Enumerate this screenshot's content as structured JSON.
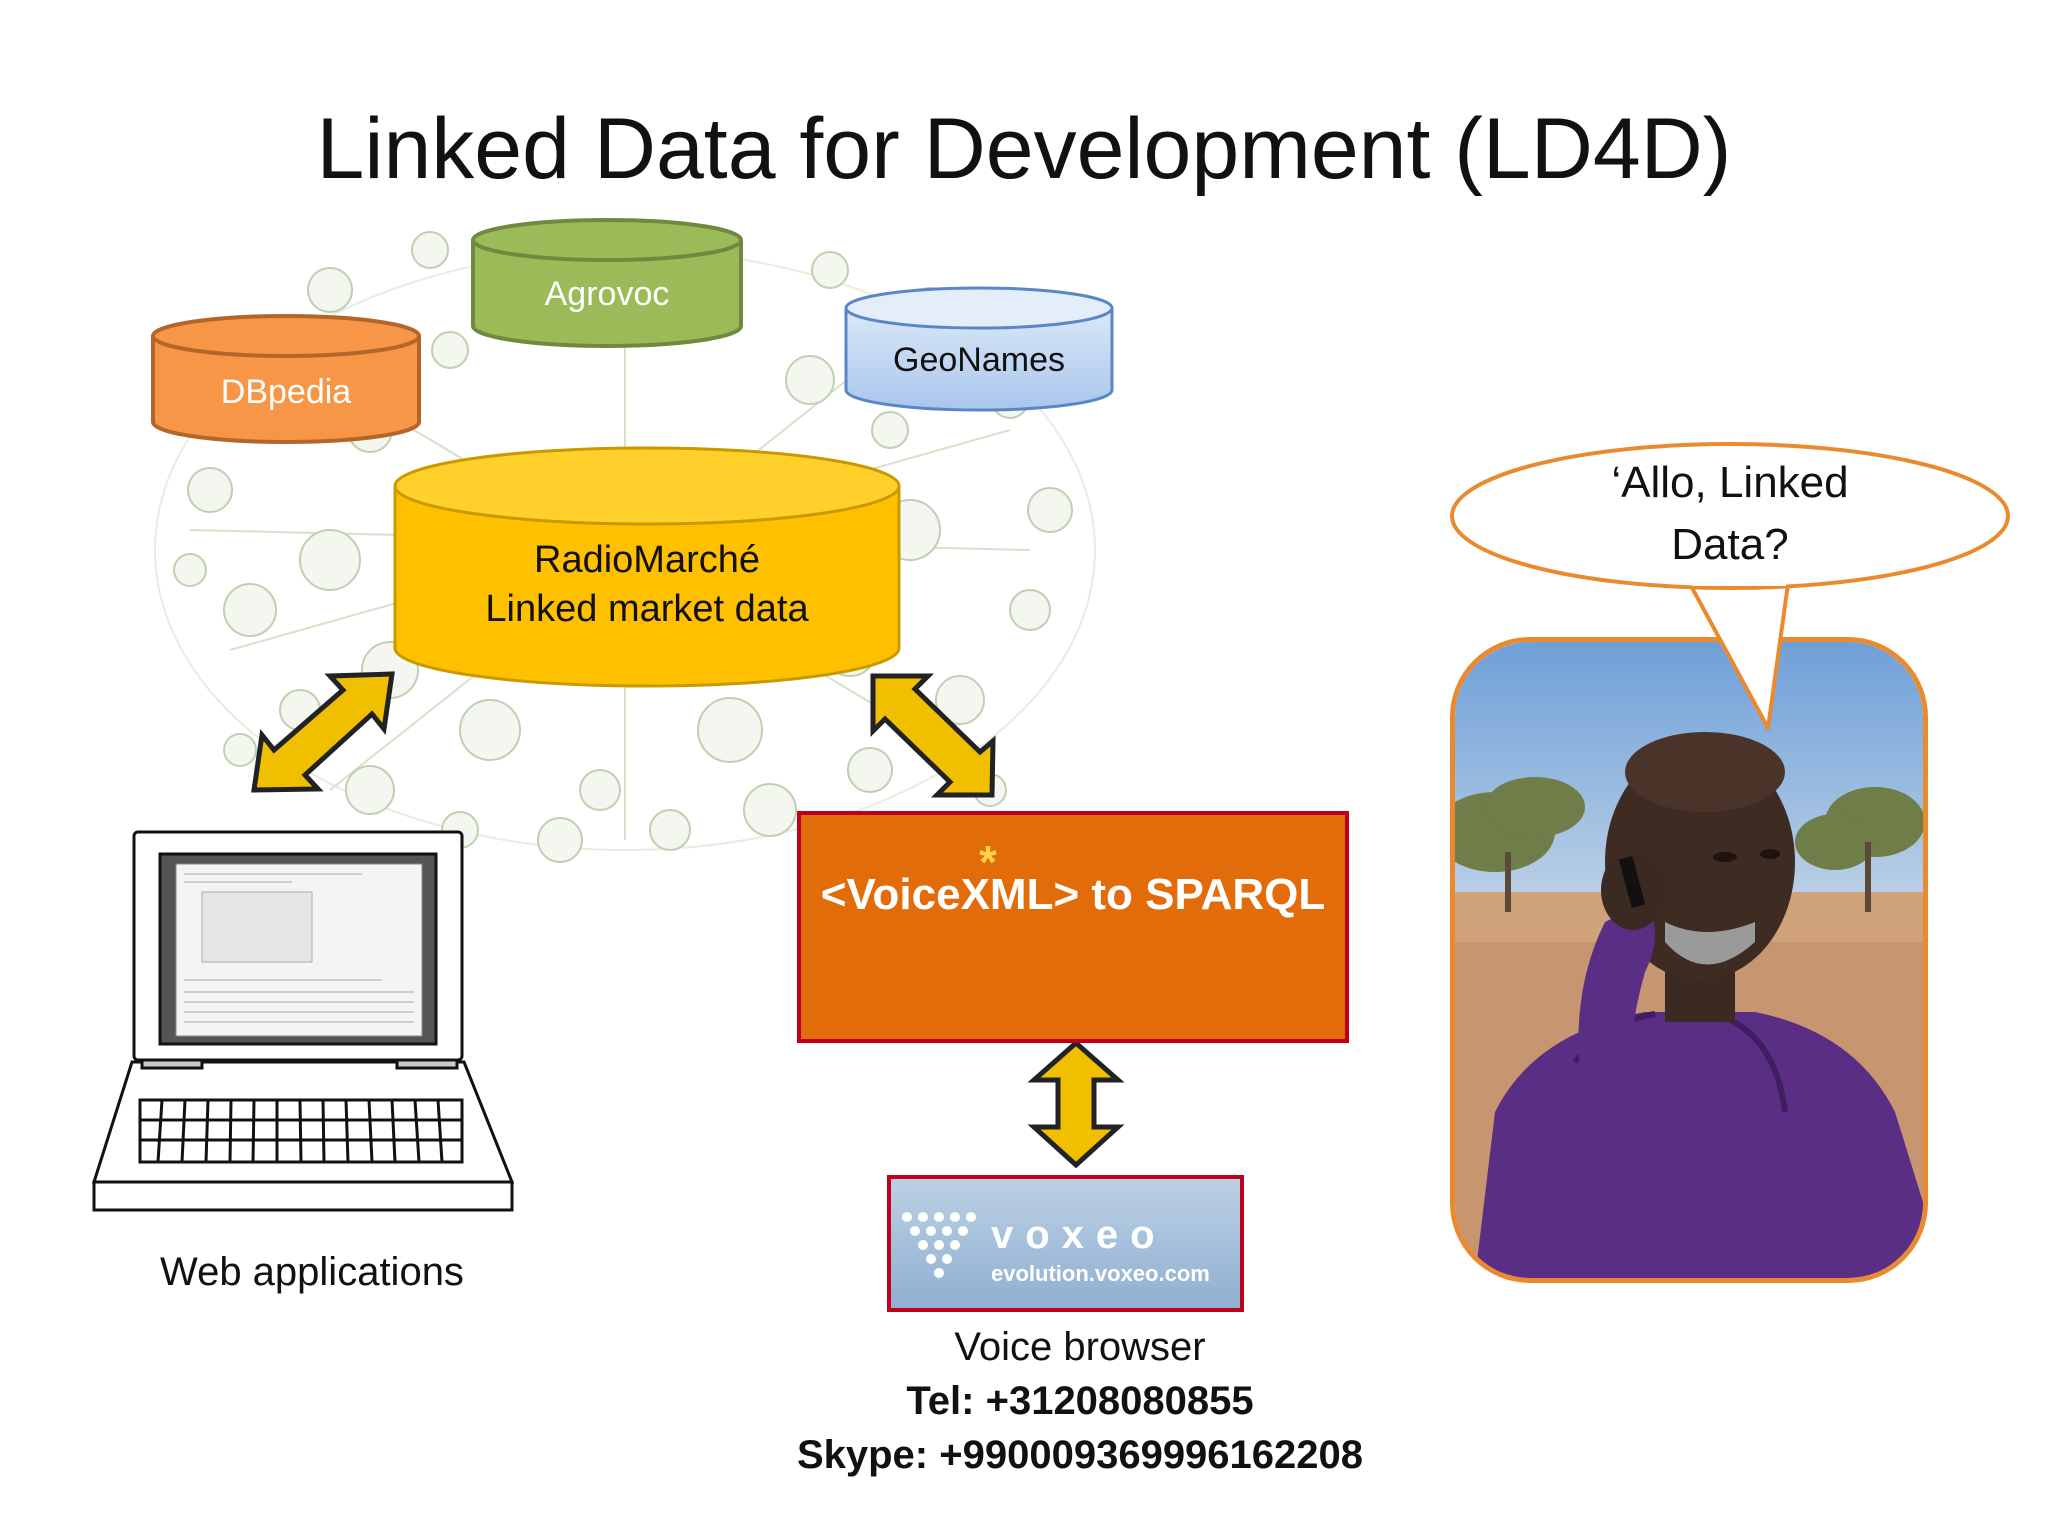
{
  "slide": {
    "title": "Linked Data for Development (LD4D)"
  },
  "datasets": {
    "agrovoc": "Agrovoc",
    "geonames": "GeoNames",
    "dbpedia": "DBpedia",
    "radiomarche_line1": "RadioMarché",
    "radiomarche_line2": "Linked market data"
  },
  "web": {
    "caption": "Web applications"
  },
  "voicexml": {
    "label": "<VoiceXML> to SPARQL",
    "star": "*"
  },
  "voxeo": {
    "logo_word": "voxeo",
    "logo_url": "evolution.voxeo.com"
  },
  "voice_browser": {
    "caption": "Voice browser",
    "tel": "Tel: +31208080855",
    "skype": "Skype: +990009369996162208"
  },
  "speech": {
    "line1": "‘Allo, Linked",
    "line2": "Data?"
  },
  "colors": {
    "agrovoc": "#9bbb59",
    "geonames": "#c6d9f1",
    "dbpedia": "#f79646",
    "radiomarche": "#ffc000",
    "arrow": "#f0c000",
    "voicexml_box": "#e36c0a",
    "box_border": "#c0001b",
    "bubble_outline": "#e98a2f"
  }
}
